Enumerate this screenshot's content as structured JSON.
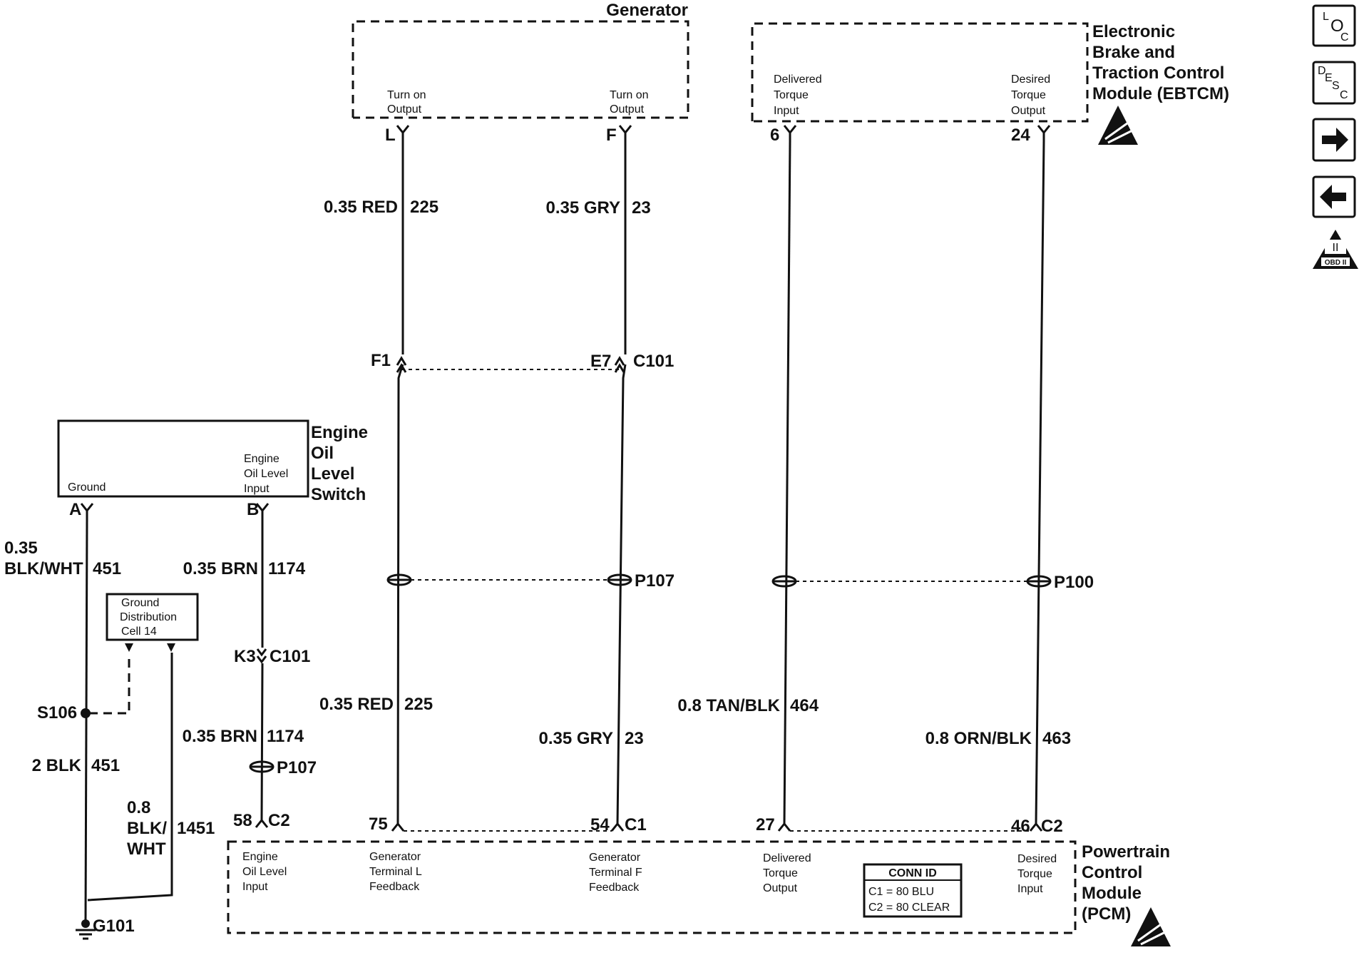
{
  "generator": {
    "title": "Generator",
    "pin_l": {
      "lines": [
        "Turn on",
        "Output"
      ],
      "pin": "L"
    },
    "pin_f": {
      "lines": [
        "Turn on",
        "Output"
      ],
      "pin": "F"
    }
  },
  "ebtcm": {
    "title_lines": [
      "Electronic",
      "Brake and",
      "Traction Control",
      "Module (EBTCM)"
    ],
    "pin_6": {
      "lines": [
        "Delivered",
        "Torque",
        "Input"
      ],
      "pin": "6"
    },
    "pin_24": {
      "lines": [
        "Desired",
        "Torque",
        "Output"
      ],
      "pin": "24"
    }
  },
  "oil_switch": {
    "title_lines": [
      "Engine",
      "Oil",
      "Level",
      "Switch"
    ],
    "ground_label": "Ground",
    "input_lines": [
      "Engine",
      "Oil Level",
      "Input"
    ],
    "pin_a": "A",
    "pin_b": "B"
  },
  "ground_dist": {
    "lines": [
      "Ground",
      "Distribution",
      "Cell 14"
    ]
  },
  "wires": {
    "w225_top": "0.35 RED",
    "w225_top_num": "225",
    "w23_top": "0.35 GRY",
    "w23_top_num": "23",
    "w225_bot": "0.35 RED",
    "w225_bot_num": "225",
    "w23_bot": "0.35 GRY",
    "w23_bot_num": "23",
    "w464": "0.8 TAN/BLK",
    "w464_num": "464",
    "w463": "0.8 ORN/BLK",
    "w463_num": "463",
    "w1174_a": "0.35 BRN",
    "w1174_a_num": "1174",
    "w1174_b": "0.35 BRN",
    "w1174_b_num": "1174",
    "w451_a_lines": [
      "0.35",
      "BLK/WHT"
    ],
    "w451_a_num": "451",
    "w451_b": "2 BLK",
    "w451_b_num": "451",
    "w1451_lines": [
      "0.8",
      "BLK/",
      "WHT"
    ],
    "w1451_num": "1451"
  },
  "connectors": {
    "f1": "F1",
    "e7": "E7",
    "c101": "C101",
    "k3": "K3",
    "c101_b": "C101",
    "p107": "P107",
    "p107_b": "P107",
    "p100": "P100",
    "s106": "S106",
    "g101": "G101",
    "c2_left_pin": "58",
    "c2_left": "C2",
    "pin_75": "75",
    "pin_54": "54",
    "c1": "C1",
    "pin_27": "27",
    "pin_46": "46",
    "c2_right": "C2"
  },
  "pcm": {
    "title_lines": [
      "Powertrain",
      "Control",
      "Module",
      "(PCM)"
    ],
    "pins": [
      {
        "lines": [
          "Engine",
          "Oil Level",
          "Input"
        ]
      },
      {
        "lines": [
          "Generator",
          "Terminal L",
          "Feedback"
        ]
      },
      {
        "lines": [
          "Generator",
          "Terminal F",
          "Feedback"
        ]
      },
      {
        "lines": [
          "Delivered",
          "Torque",
          "Output"
        ]
      },
      {
        "lines": [
          "Desired",
          "Torque",
          "Input"
        ]
      }
    ],
    "conn_id": {
      "title": "CONN ID",
      "rows": [
        "C1 = 80 BLU",
        "C2 = 80 CLEAR"
      ]
    }
  },
  "side_nav": {
    "loc": {
      "l": "L",
      "o": "O",
      "c": "C"
    },
    "desc": {
      "d": "D",
      "e": "E",
      "s": "S",
      "c": "C"
    },
    "obd": {
      "roman": "II",
      "label": "OBD II"
    }
  }
}
